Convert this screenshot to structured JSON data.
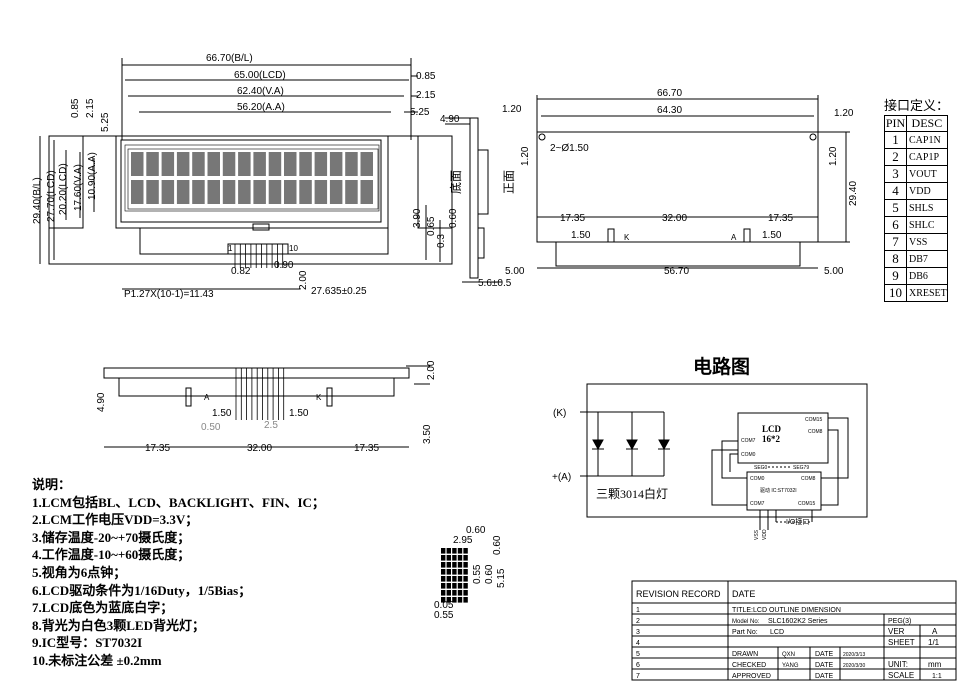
{
  "front_view": {
    "dims_top": [
      "66.70(B/L)",
      "65.00(LCD)",
      "62.40(V.A)",
      "56.20(A.A)"
    ],
    "dims_right": [
      "0.85",
      "2.15",
      "5.25"
    ],
    "dims_left_top": [
      "0.85",
      "2.15",
      "5.25"
    ],
    "dims_left_vert": [
      "29.40(B/L)",
      "27.70(LCD)",
      "20.20(LCD)",
      "17.60(V.A)",
      "10.90(A.A)"
    ],
    "dims_right_vert": [
      "3.90",
      "0.65",
      "0.3",
      "0.60"
    ],
    "pin_labels": [
      "0.82",
      "0.90",
      "2.00"
    ],
    "pin_numbers": [
      "1",
      "10"
    ],
    "pitch_dim": "P1.27X(10-1)=11.43",
    "pitch_dim2": "27.635±0.25"
  },
  "side_view": {
    "top_dim": "4.90",
    "bottom_dim": "5.6±0.5",
    "label_bottom": "底面",
    "label_front": "正面"
  },
  "back_view": {
    "top_dims": [
      "66.70",
      "64.30"
    ],
    "side_dims": [
      "1.20",
      "1.20",
      "1.20",
      "1.20"
    ],
    "hole": "2~Ø1.50",
    "height_dim": "29.40",
    "mid_dims": [
      "17.35",
      "32.00",
      "17.35"
    ],
    "pad_dims": [
      "1.50",
      "1.50"
    ],
    "pad_k": "K",
    "pad_a": "A",
    "bottom_dims": [
      "5.00",
      "56.70",
      "5.00"
    ]
  },
  "bottom_view": {
    "dims_right": [
      "2.00",
      "3.50"
    ],
    "dim_left": "4.90",
    "labels": [
      "A",
      "K",
      "1.50",
      "1.50",
      "0.50",
      "2.5"
    ],
    "bottom_dims": [
      "17.35",
      "32.00",
      "17.35"
    ]
  },
  "pixel_detail": {
    "dims": [
      "0.60",
      "2.95",
      "0.60",
      "0.55",
      "0.60",
      "5.15",
      "0.05",
      "0.55"
    ]
  },
  "pin_table": {
    "title": "接口定义：",
    "headers": [
      "PIN",
      "DESC"
    ],
    "rows": [
      {
        "pin": "1",
        "desc": "CAP1N"
      },
      {
        "pin": "2",
        "desc": "CAP1P"
      },
      {
        "pin": "3",
        "desc": "VOUT"
      },
      {
        "pin": "4",
        "desc": "VDD"
      },
      {
        "pin": "5",
        "desc": "SHLS"
      },
      {
        "pin": "6",
        "desc": "SHLC"
      },
      {
        "pin": "7",
        "desc": "VSS"
      },
      {
        "pin": "8",
        "desc": "DB7"
      },
      {
        "pin": "9",
        "desc": "DB6"
      },
      {
        "pin": "10",
        "desc": "XRESET"
      }
    ]
  },
  "circuit": {
    "title": "电路图",
    "k_label": "(K)",
    "a_label": "+(A)",
    "led_caption": "三颗3014白灯",
    "lcd_label": "LCD",
    "lcd_size": "16*2",
    "com_labels": [
      "COM15",
      "COM8",
      "COM7",
      "COM0",
      "SEG0",
      "SEG79",
      "COM0",
      "COM8",
      "COM15",
      "COM7"
    ],
    "ic_label": "驱动 IC:ST7032I",
    "io_label": "I/O接口",
    "power_labels": [
      "VSS",
      "VDD"
    ]
  },
  "notes": {
    "title": "说明：",
    "items": [
      "1.LCM包括BL、LCD、BACKLIGHT、FIN、IC；",
      "2.LCM工作电压VDD=3.3V；",
      "3.储存温度-20~+70摄氏度；",
      "4.工作温度-10~+60摄氏度；",
      "5.视角为6点钟；",
      "6.LCD驱动条件为1/16Duty，1/5Bias；",
      "7.LCD底色为蓝底白字；",
      "8.背光为白色3颗LED背光灯；",
      "9.IC型号：ST7032I",
      "10.未标注公差 ±0.2mm"
    ]
  },
  "title_block": {
    "revision_record": "REVISION RECORD",
    "date": "DATE",
    "rows": [
      "1",
      "2",
      "3",
      "4",
      "5",
      "6",
      "7"
    ],
    "title": "TITLE:LCD OUTLINE DIMENSION",
    "model_label": "Model No:",
    "model": "SLC1602K2 Series",
    "part_label": "Part No:",
    "part": "LCD",
    "drawn_label": "DRAWN",
    "drawn_by": "QXN",
    "drawn_date": "2020/3/13",
    "checked_label": "CHECKED",
    "checked_by": "YANG",
    "checked_date": "2020/3/30",
    "approved_label": "APPROVED",
    "approved_date": "DATE",
    "page": "PEG(3)",
    "ver_label": "VER",
    "ver": "A",
    "sheet_label": "SHEET",
    "sheet": "1/1",
    "unit_label": "UNIT:",
    "unit": "mm",
    "scale_label": "SCALE",
    "scale": "1:1",
    "date_label": "DATE"
  }
}
